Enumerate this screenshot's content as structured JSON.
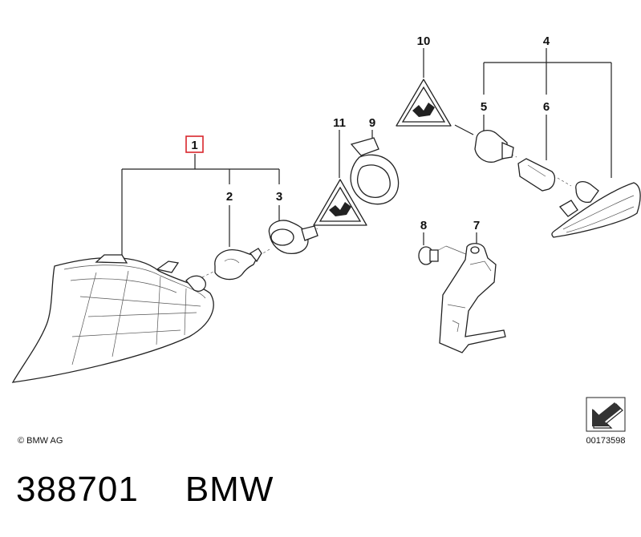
{
  "callouts": [
    "1",
    "2",
    "3",
    "4",
    "5",
    "6",
    "7",
    "8",
    "9",
    "10",
    "11"
  ],
  "selected_callout": "1",
  "highlight_color": "#d9262c",
  "copyright": "© BMW AG",
  "image_number": "00173598",
  "caption": {
    "part_number": "388701",
    "brand": "BMW"
  }
}
